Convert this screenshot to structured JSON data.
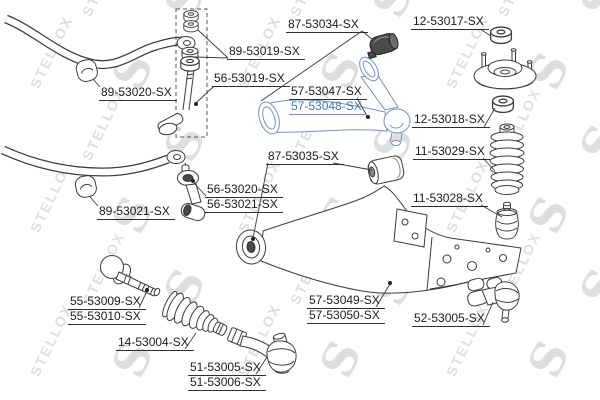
{
  "watermark": {
    "logo_char": "S",
    "brand_text": "STELLOX"
  },
  "colors": {
    "background": "#ffffff",
    "line": "#3c3c3c",
    "label_text": "#1c1c1c",
    "highlight_text": "#4577b5",
    "highlight_line": "#7391c2",
    "watermark": "#dedede"
  },
  "highlighted_part": "57-53048-SX",
  "labels": [
    {
      "text": "87-53034-SX",
      "highlighted": false
    },
    {
      "text": "12-53017-SX",
      "highlighted": false
    },
    {
      "text": "89-53019-SX",
      "highlighted": false
    },
    {
      "text": "56-53019-SX",
      "highlighted": false
    },
    {
      "text": "57-53047-SX",
      "highlighted": false
    },
    {
      "text": "57-53048-SX",
      "highlighted": true
    },
    {
      "text": "89-53020-SX",
      "highlighted": false
    },
    {
      "text": "12-53018-SX",
      "highlighted": false
    },
    {
      "text": "11-53029-SX",
      "highlighted": false
    },
    {
      "text": "87-53035-SX",
      "highlighted": false
    },
    {
      "text": "11-53028-SX",
      "highlighted": false
    },
    {
      "text": "56-53020-SX",
      "highlighted": false
    },
    {
      "text": "56-53021-SX",
      "highlighted": false
    },
    {
      "text": "89-53021-SX",
      "highlighted": false
    },
    {
      "text": "55-53009-SX",
      "highlighted": false
    },
    {
      "text": "55-53010-SX",
      "highlighted": false
    },
    {
      "text": "14-53004-SX",
      "highlighted": false
    },
    {
      "text": "57-53049-SX",
      "highlighted": false
    },
    {
      "text": "57-53050-SX",
      "highlighted": false
    },
    {
      "text": "52-53005-SX",
      "highlighted": false
    },
    {
      "text": "51-53005-SX",
      "highlighted": false
    },
    {
      "text": "51-53006-SX",
      "highlighted": false
    }
  ]
}
